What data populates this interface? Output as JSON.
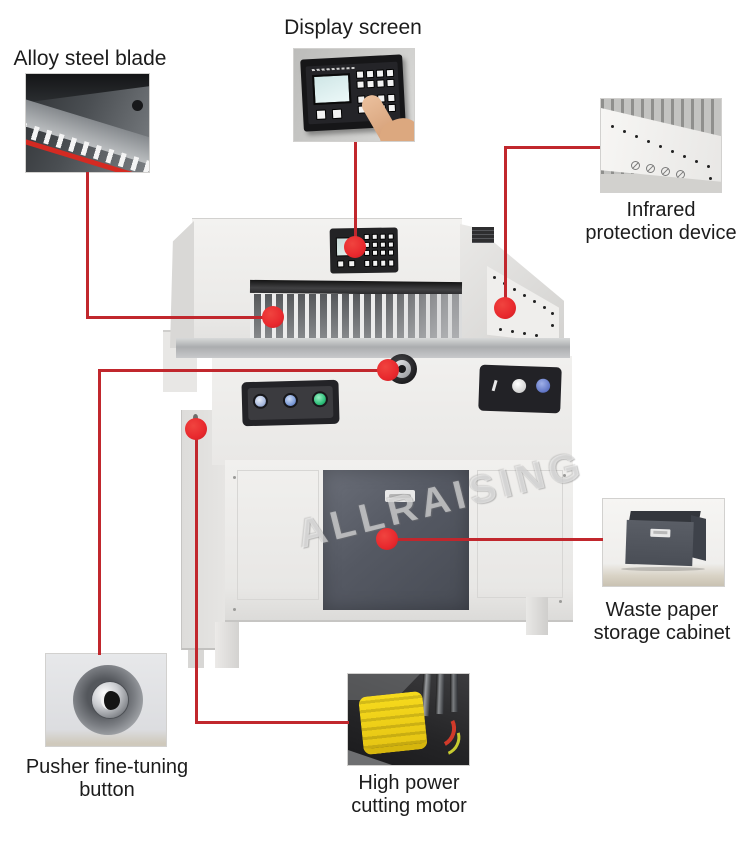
{
  "diagram": {
    "subject": "paper guillotine cutting machine",
    "watermark": "ALLRAISING",
    "colors": {
      "callout_line": "#c1272d",
      "callout_dot": "#e8282d",
      "label_text": "#1c1c1c",
      "machine_body": "#edecea",
      "cabinet_door": "#565a63",
      "motor_yellow": "#f2d117",
      "blade_highlight": "#d42a22"
    },
    "callouts": {
      "alloy_blade": {
        "label": "Alloy steel blade"
      },
      "display_screen": {
        "label": "Display screen"
      },
      "infrared": {
        "label_line1": "Infrared",
        "label_line2": "protection device"
      },
      "waste_cabinet": {
        "label_line1": "Waste paper",
        "label_line2": "storage cabinet"
      },
      "pusher": {
        "label_line1": "Pusher fine-tuning",
        "label_line2": "button"
      },
      "motor": {
        "label_line1": "High power",
        "label_line2": "cutting motor"
      }
    }
  }
}
